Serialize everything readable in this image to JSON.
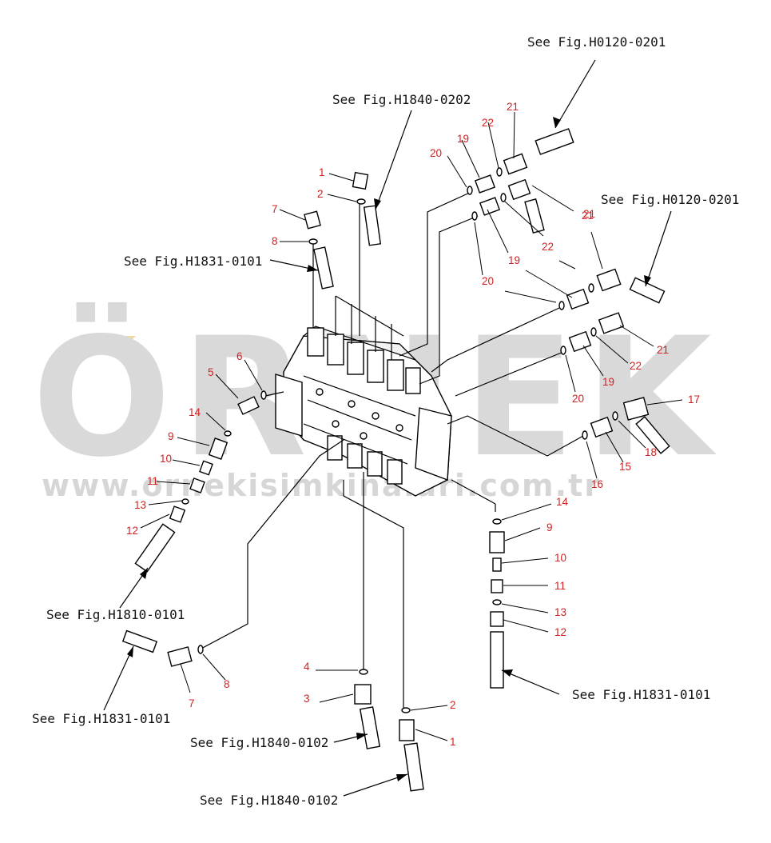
{
  "watermark": {
    "brand": "ÖRNEK",
    "url": "www.ornekisimkinalari.com.tr"
  },
  "references": [
    "See Fig.H0120-0201",
    "See Fig.H1840-0202",
    "See Fig.H0120-0201",
    "See Fig.H1831-0101",
    "See Fig.H1810-0101",
    "See Fig.H1831-0101",
    "See Fig.H1831-0101",
    "See Fig.H1840-0102",
    "See Fig.H1840-0102"
  ],
  "callouts": [
    "1",
    "2",
    "7",
    "8",
    "6",
    "5",
    "14",
    "9",
    "10",
    "11",
    "13",
    "12",
    "7",
    "8",
    "4",
    "3",
    "2",
    "1",
    "20",
    "19",
    "22",
    "21",
    "21",
    "22",
    "19",
    "20",
    "21",
    "22",
    "21",
    "19",
    "20",
    "17",
    "18",
    "15",
    "16",
    "14",
    "9",
    "10",
    "11",
    "13",
    "12"
  ],
  "colors": {
    "callout": "#d42020",
    "line": "#000000",
    "watermark": "#d9d9d9",
    "accent": "#f0d9a8"
  }
}
